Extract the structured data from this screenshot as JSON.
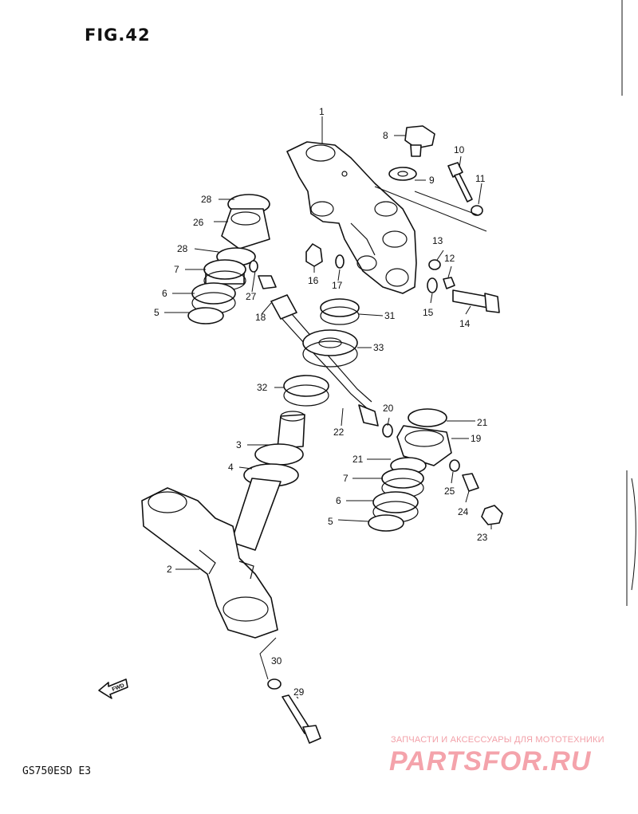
{
  "figure": {
    "title": "FIG.42",
    "model_code": "GS750ESD E3",
    "fwd_label": "FWD"
  },
  "callouts": [
    "1",
    "2",
    "3",
    "4",
    "5",
    "6",
    "7",
    "8",
    "9",
    "10",
    "11",
    "12",
    "13",
    "14",
    "15",
    "16",
    "17",
    "18",
    "19",
    "20",
    "21",
    "22",
    "23",
    "24",
    "25",
    "26",
    "27",
    "28",
    "29",
    "30",
    "31",
    "32",
    "33"
  ],
  "watermark": {
    "tagline": "ЗАПЧАСТИ И АКСЕССУАРЫ ДЛЯ МОТОТЕХНИКИ",
    "logo": "PARTSFOR.RU"
  }
}
